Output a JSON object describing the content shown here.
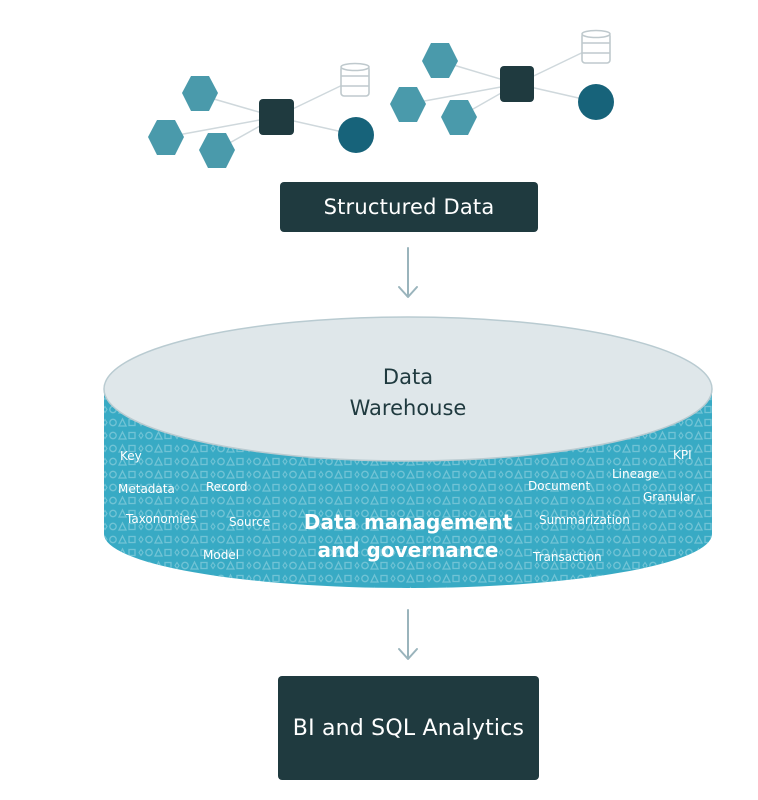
{
  "colors": {
    "dark": "#1f3a3f",
    "teal": "#4a9aab",
    "teal_deep": "#17637a",
    "cylinder_top": "#dfe7ea",
    "cylinder_body": "#38aac4",
    "pattern": "#71c3d5",
    "arrow": "#9ab4bc"
  },
  "structured_data": {
    "label": "Structured Data"
  },
  "warehouse": {
    "title_line1": "Data",
    "title_line2": "Warehouse",
    "center_line1": "Data management",
    "center_line2": "and governance",
    "terms_left": [
      "Key",
      "Metadata",
      "Record",
      "Taxonomies",
      "Source",
      "Model"
    ],
    "terms_right": [
      "KPI",
      "Lineage",
      "Document",
      "Granular",
      "Summarization",
      "Transaction"
    ]
  },
  "analytics": {
    "label": "BI and SQL Analytics"
  },
  "icons": {
    "node": "hexagon-icon",
    "hub": "square-hub-icon",
    "database": "database-icon",
    "circle": "circle-node-icon",
    "arrow": "arrow-down-icon"
  }
}
